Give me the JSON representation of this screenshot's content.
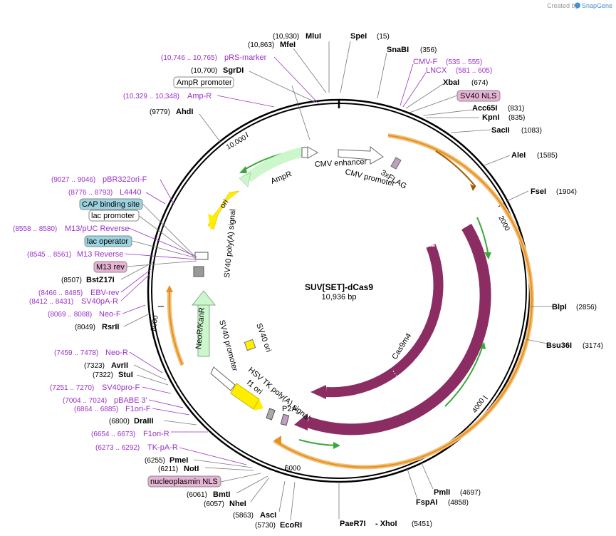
{
  "credit": "Created by",
  "brand": "SnapGene",
  "plasmid": {
    "name": "SUV[SET]-dCas9",
    "size": "10,936 bp"
  },
  "ticks": [
    "2000",
    "4000",
    "6000",
    "8000",
    "10,000"
  ],
  "sites": [
    {
      "name": "MluI",
      "pos": "(10,930)"
    },
    {
      "name": "SpeI",
      "pos": "(15)"
    },
    {
      "name": "MfeI",
      "pos": "(10,863)"
    },
    {
      "name": "SnaBI",
      "pos": "(356)"
    },
    {
      "name": "SgrDI",
      "pos": "(10,700)"
    },
    {
      "name": "XbaI",
      "pos": "(674)"
    },
    {
      "name": "AhdI",
      "pos": "(9779)"
    },
    {
      "name": "Acc65I",
      "pos": "(831)"
    },
    {
      "name": "KpnI",
      "pos": "(835)"
    },
    {
      "name": "SacII",
      "pos": "(1083)"
    },
    {
      "name": "AleI",
      "pos": "(1585)"
    },
    {
      "name": "FseI",
      "pos": "(1904)"
    },
    {
      "name": "BstZ17I",
      "pos": "(8507)"
    },
    {
      "name": "BlpI",
      "pos": "(2856)"
    },
    {
      "name": "RsrII",
      "pos": "(8049)"
    },
    {
      "name": "Bsu36I",
      "pos": "(3174)"
    },
    {
      "name": "AvrII",
      "pos": "(7323)"
    },
    {
      "name": "StuI",
      "pos": "(7322)"
    },
    {
      "name": "DraIII",
      "pos": "(6800)"
    },
    {
      "name": "PmeI",
      "pos": "(6255)"
    },
    {
      "name": "NotI",
      "pos": "(6211)"
    },
    {
      "name": "BmtI",
      "pos": "(6061)"
    },
    {
      "name": "NheI",
      "pos": "(6057)"
    },
    {
      "name": "AscI",
      "pos": "(5863)"
    },
    {
      "name": "EcoRI",
      "pos": "(5730)"
    },
    {
      "name": "PaeR7I",
      "pos": ""
    },
    {
      "name": "- XhoI",
      "pos": "(5451)"
    },
    {
      "name": "FspAI",
      "pos": "(4858)"
    },
    {
      "name": "PmlI",
      "pos": "(4697)"
    }
  ],
  "primers": [
    {
      "name": "pRS-marker",
      "pos": "(10,746 .. 10,765)"
    },
    {
      "name": "Amp-R",
      "pos": "(10,329 .. 10,348)"
    },
    {
      "name": "CMV-F",
      "pos": "(535 .. 555)"
    },
    {
      "name": "LNCX",
      "pos": "(581 .. 605)"
    },
    {
      "name": "pBR322ori-F",
      "pos": "(9027 .. 9046)"
    },
    {
      "name": "L4440",
      "pos": "(8776 .. 8793)"
    },
    {
      "name": "M13/pUC Reverse",
      "pos": "(8558 .. 8580)"
    },
    {
      "name": "M13 Reverse",
      "pos": "(8545 .. 8561)"
    },
    {
      "name": "EBV-rev",
      "pos": "(8466 .. 8485)"
    },
    {
      "name": "SV40pA-R",
      "pos": "(8412 .. 8431)"
    },
    {
      "name": "Neo-F",
      "pos": "(8069 .. 8088)"
    },
    {
      "name": "Neo-R",
      "pos": "(7459 .. 7478)"
    },
    {
      "name": "SV40pro-F",
      "pos": "(7251 .. 7270)"
    },
    {
      "name": "pBABE 3'",
      "pos": "(7004 .. 7024)"
    },
    {
      "name": "F1ori-F",
      "pos": "(6864 .. 6885)"
    },
    {
      "name": "F1ori-R",
      "pos": "(6654 .. 6673)"
    },
    {
      "name": "TK-pA-R",
      "pos": "(6273 .. 6292)"
    }
  ],
  "boxes": [
    {
      "name": "AmpR promoter"
    },
    {
      "name": "SV40 NLS"
    },
    {
      "name": "CAP binding site"
    },
    {
      "name": "lac promoter"
    },
    {
      "name": "lac operator"
    },
    {
      "name": "M13 rev"
    },
    {
      "name": "nucleoplasmin NLS"
    }
  ],
  "features": [
    {
      "name": "CMV enhancer"
    },
    {
      "name": "CMV promoter"
    },
    {
      "name": "3xFLAG"
    },
    {
      "name": "AmpR"
    },
    {
      "name": "ori"
    },
    {
      "name": "SV40 poly(A) signal"
    },
    {
      "name": "NeoR/KanR"
    },
    {
      "name": "SV40 promoter"
    },
    {
      "name": "SV40 ori"
    },
    {
      "name": "HSV TK poly(A) signal"
    },
    {
      "name": "f1 ori"
    },
    {
      "name": "P2A"
    },
    {
      "name": "Cas9m4"
    },
    {
      "name": "Cas9"
    }
  ],
  "colors": {
    "cas9": "#8b2c62",
    "ampr": "#ccf6cc",
    "ori": "#ffee00",
    "orange": "#f0a030",
    "green": "#3aa83a",
    "primer": "#9b30c8",
    "teal_box": "#9bd3e0",
    "pink_box": "#e8b4d6"
  }
}
